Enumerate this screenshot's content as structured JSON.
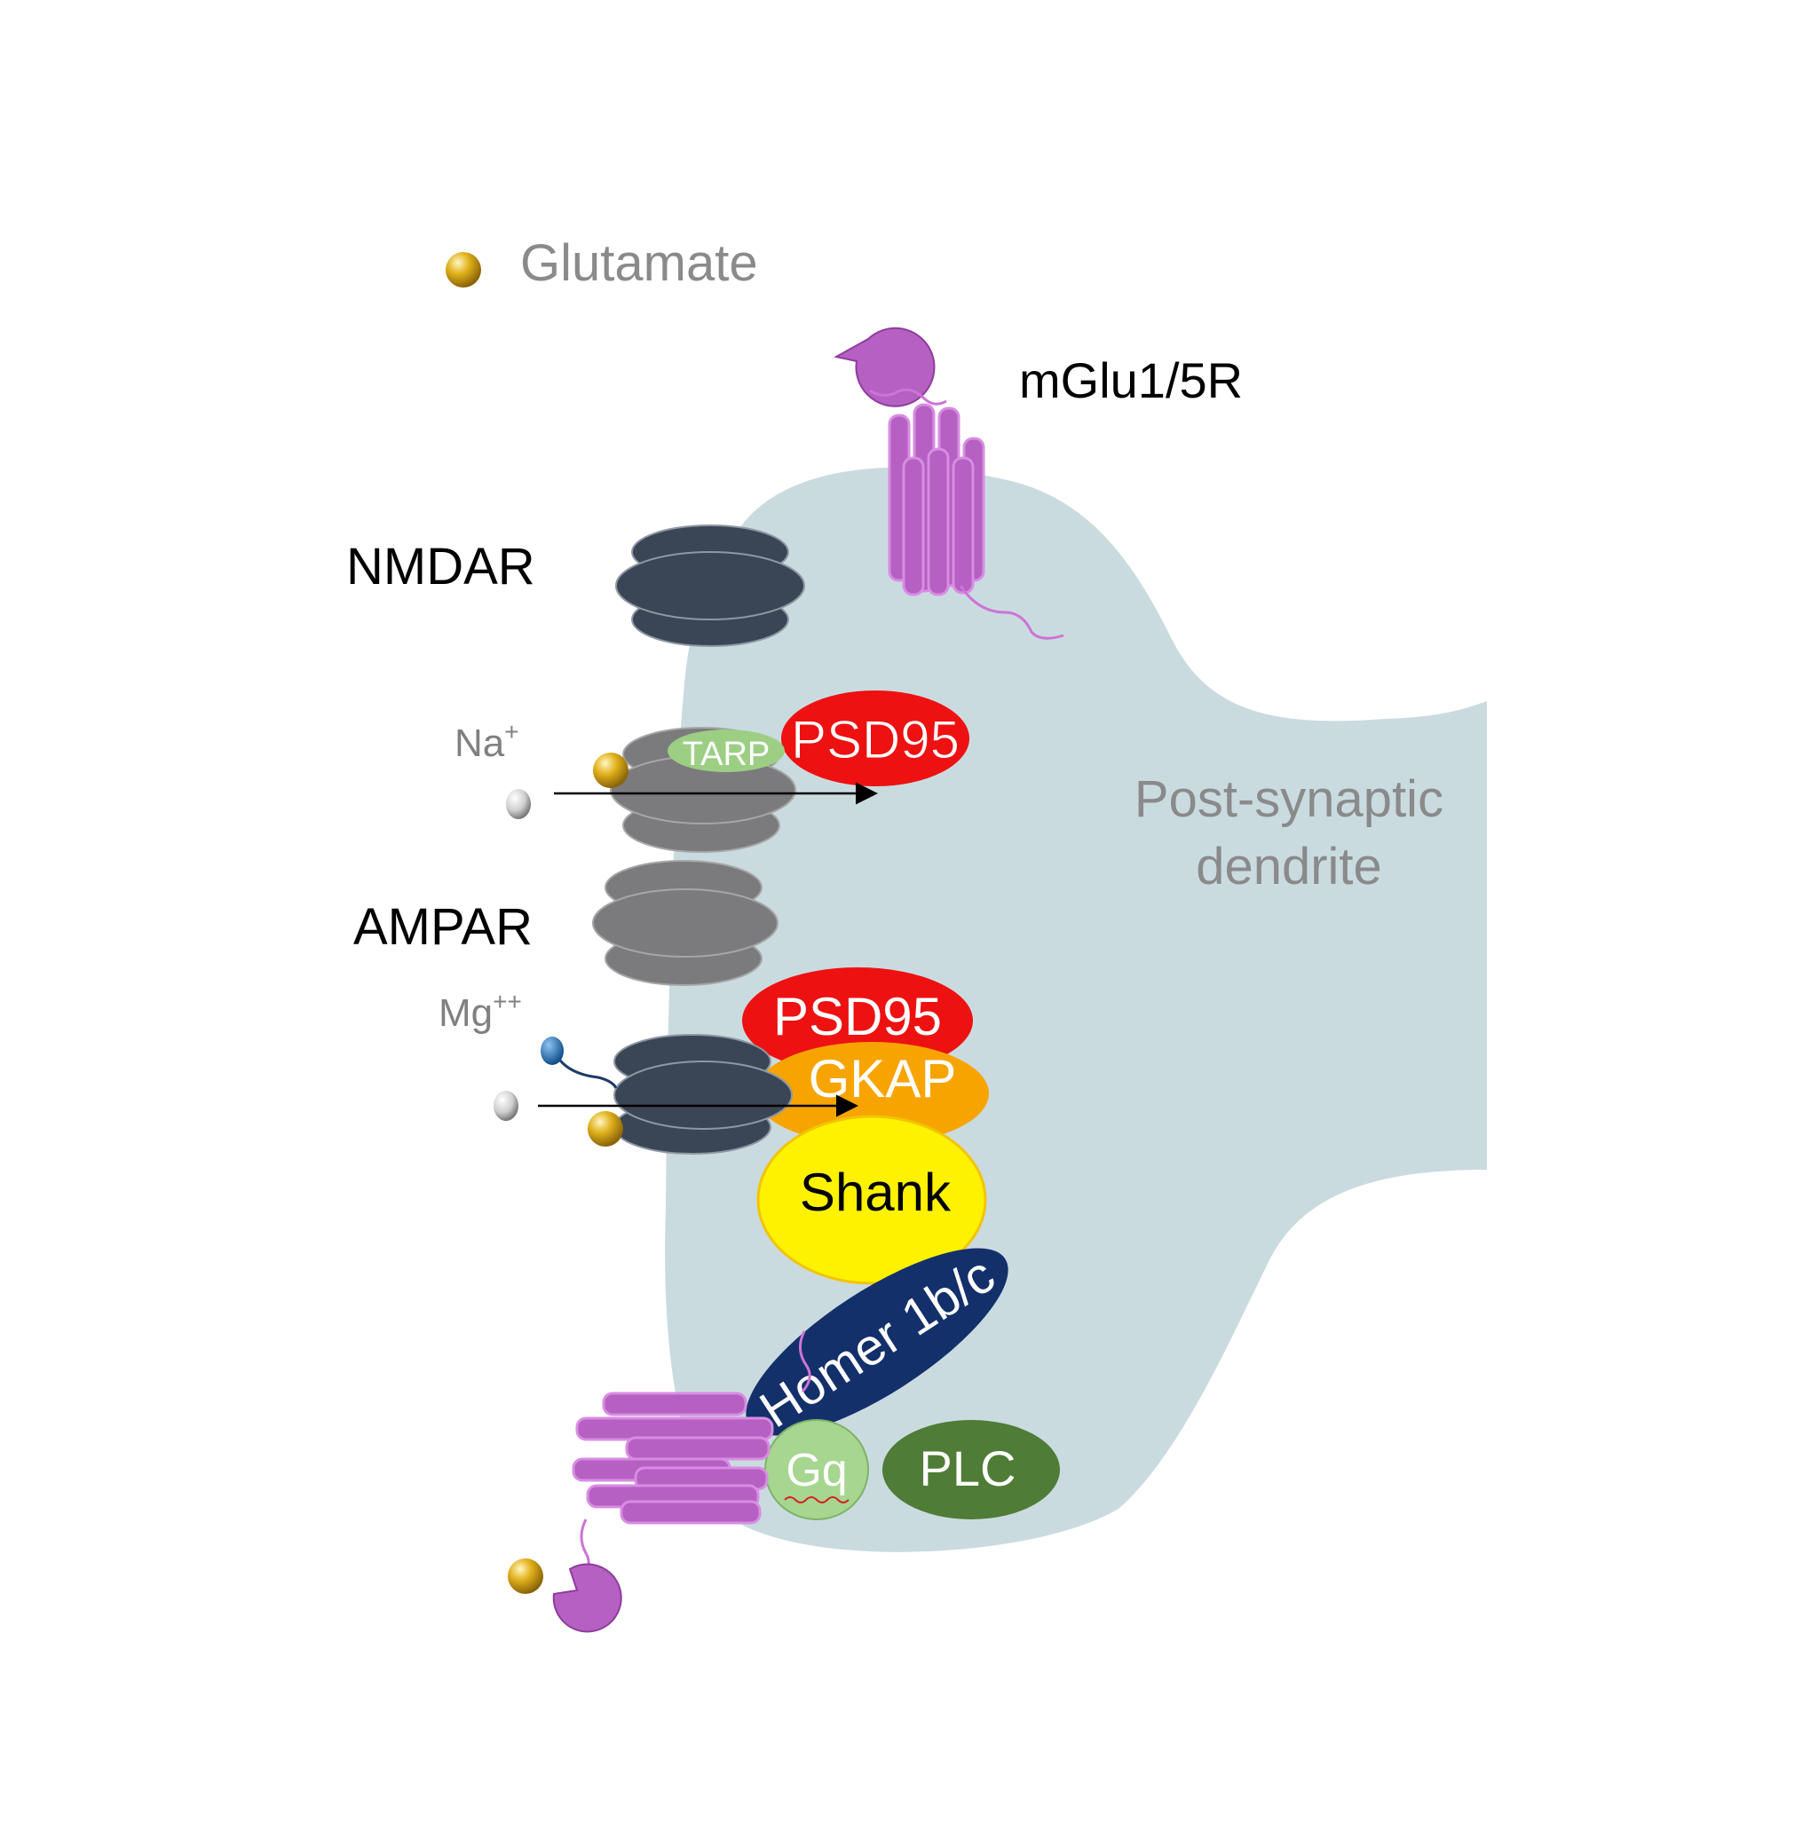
{
  "legend": {
    "glutamate_label": "Glutamate"
  },
  "labels": {
    "mglu": "mGlu1/5R",
    "nmdar": "NMDAR",
    "ampar": "AMPAR",
    "na_ion": "Na",
    "na_charge": "+",
    "mg_ion": "Mg",
    "mg_charge": "++",
    "dendrite_line1": "Post-synaptic",
    "dendrite_line2": "dendrite"
  },
  "proteins": {
    "tarp": "TARP",
    "psd95_top": "PSD95",
    "psd95_bottom": "PSD95",
    "gkap": "GKAP",
    "shank": "Shank",
    "homer": "Homer 1b/c",
    "gq": "Gq",
    "plc": "PLC"
  },
  "colors": {
    "dendrite": "#cadbe0",
    "glutamate": "#d8a91a",
    "nmdar": "#3a4555",
    "ampar": "#7b7b7d",
    "mglu_receptor": "#b560c2",
    "psd95": "#ee1111",
    "tarp": "#9ccf84",
    "gkap": "#f7a400",
    "shank": "#fff200",
    "homer": "#14306b",
    "gq": "#a6d68f",
    "plc": "#4f7c36",
    "mg_ion": "#1f6fb8"
  }
}
